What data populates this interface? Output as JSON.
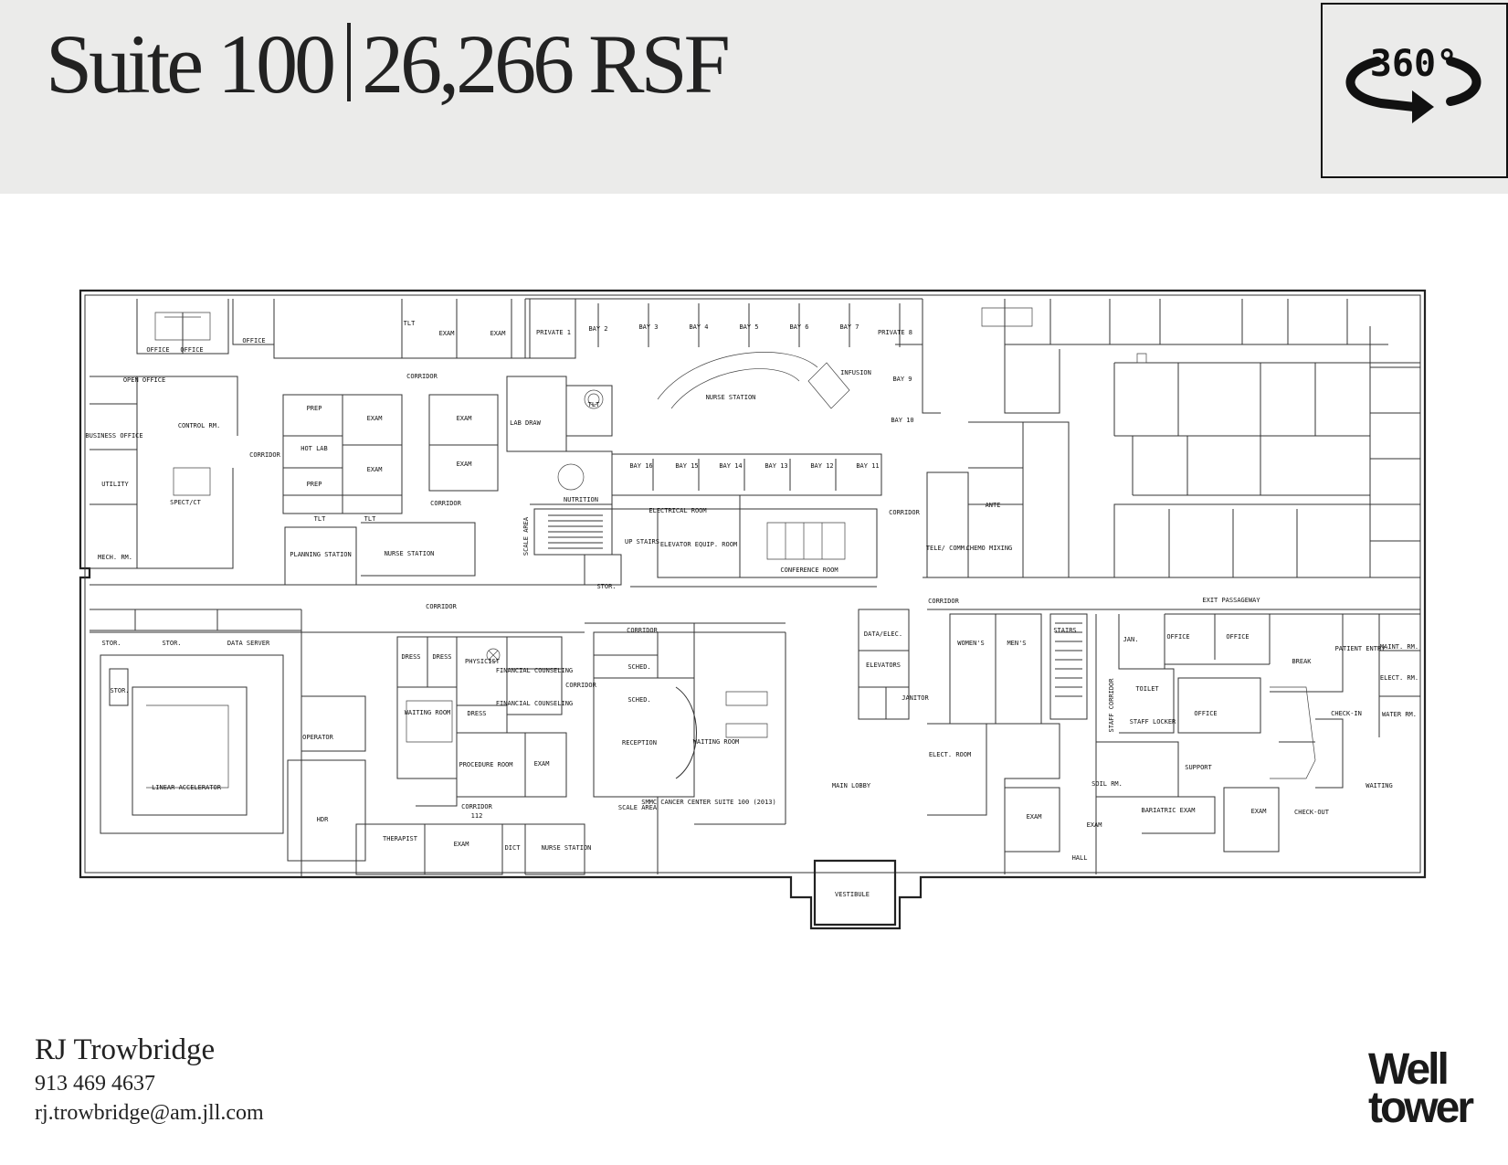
{
  "header": {
    "suite": "Suite 100",
    "area": "26,266 RSF",
    "tour_label": "360°",
    "bg_color": "#ebebea"
  },
  "contact": {
    "name": "RJ Trowbridge",
    "phone": "913 469 4637",
    "email": "rj.trowbridge@am.jll.com"
  },
  "brand": {
    "line1": "Well",
    "line2": "tower"
  },
  "floorplan": {
    "rooms": {
      "open_office": "OPEN OFFICE",
      "office_a": "OFFICE",
      "office_b": "OFFICE",
      "office_c": "OFFICE",
      "business_office": "BUSINESS OFFICE",
      "control_rm": "CONTROL RM.",
      "utility": "UTILITY",
      "spect_ct": "SPECT/CT",
      "mech_rm": "MECH. RM.",
      "corridor_1": "CORRIDOR",
      "corridor_2": "CORRIDOR",
      "corridor_3": "CORRIDOR",
      "corridor_4": "CORRIDOR",
      "corridor_5": "CORRIDOR",
      "corridor_6": "CORRIDOR",
      "corridor_7": "CORRIDOR",
      "corridor_8": "CORRIDOR",
      "corridor_9": "CORRIDOR",
      "corridor_num": "112",
      "prep_1": "PREP",
      "hot_lab": "HOT LAB",
      "prep_2": "PREP",
      "exam_1": "EXAM",
      "exam_2": "EXAM",
      "exam_3": "EXAM",
      "exam_4": "EXAM",
      "exam_5": "EXAM",
      "exam_6": "EXAM",
      "tlt_1": "TLT",
      "tlt_2": "TLT",
      "tlt_3": "TLT",
      "tlt_4": "TLT",
      "planning_station": "PLANNING STATION",
      "nurse_station_1": "NURSE STATION",
      "lab_draw": "LAB DRAW",
      "nutrition": "NUTRITION",
      "private_1": "PRIVATE 1",
      "bay_2": "BAY 2",
      "bay_3": "BAY 3",
      "bay_4": "BAY 4",
      "bay_5": "BAY 5",
      "bay_6": "BAY 6",
      "bay_7": "BAY 7",
      "private_8": "PRIVATE 8",
      "bay_9": "BAY 9",
      "bay_10": "BAY 10",
      "bay_11": "BAY 11",
      "bay_12": "BAY 12",
      "bay_13": "BAY 13",
      "bay_14": "BAY 14",
      "bay_15": "BAY 15",
      "bay_16": "BAY 16",
      "infusion": "INFUSION",
      "nurse_station_2": "NURSE STATION",
      "electrical_room": "ELECTRICAL ROOM",
      "scale_area_1": "SCALE AREA",
      "up_stairs": "UP STAIRS",
      "elevator_equip": "ELEVATOR EQUIP. ROOM",
      "conference_room": "CONFERENCE ROOM",
      "stor_1": "STOR.",
      "stor_2": "STOR.",
      "stor_3": "STOR.",
      "stor_4": "STOR.",
      "data_server": "DATA SERVER",
      "linear_accelerator": "LINEAR ACCELERATOR",
      "operator": "OPERATOR",
      "hdr": "HDR",
      "dress_1": "DRESS",
      "dress_2": "DRESS",
      "dress_3": "DRESS",
      "physicist": "PHYSICIST",
      "financial_counseling_1": "FINANCIAL COUNSELING",
      "financial_counseling_2": "FINANCIAL COUNSELING",
      "waiting_room_1": "WAITING ROOM",
      "procedure_room": "PROCEDURE ROOM",
      "exam_7": "EXAM",
      "therapist": "THERAPIST",
      "exam_8": "EXAM",
      "dict": "DICT",
      "nurse_station_3": "NURSE STATION",
      "sched_1": "SCHED.",
      "sched_2": "SCHED.",
      "reception": "RECEPTION",
      "scale_area_2": "SCALE AREA",
      "waiting_room_2": "WAITING ROOM",
      "cancer_center": "SMMC CANCER CENTER SUITE 100 (2013)",
      "main_lobby": "MAIN LOBBY",
      "vestibule": "VESTIBULE",
      "data_elec": "DATA/ELEC.",
      "elevators": "ELEVATORS",
      "janitor": "JANITOR",
      "womens": "WOMEN'S",
      "mens": "MEN'S",
      "stairs": "STAIRS",
      "elec_room": "ELECT. ROOM",
      "tele_comm": "TELE/ COMM.",
      "ante": "ANTE",
      "chemo_mixing": "CHEMO MIXING",
      "exit_passageway": "EXIT PASSAGEWAY",
      "jan": "JAN.",
      "office_d": "OFFICE",
      "office_e": "OFFICE",
      "office_f": "OFFICE",
      "staff_corridor": "STAFF CORRIDOR",
      "toilet": "TOILET",
      "staff_locker": "STAFF LOCKER",
      "break": "BREAK",
      "patient_entry": "PATIENT ENTRY",
      "maint_rm": "MAINT. RM.",
      "elect_rm": "ELECT. RM.",
      "water_rm": "WATER RM.",
      "check_in": "CHECK-IN",
      "support": "SUPPORT",
      "soil_rm": "SOIL RM.",
      "bariatric_exam": "BARIATRIC EXAM",
      "exam_9": "EXAM",
      "exam_10": "EXAM",
      "exam_11": "EXAM",
      "check_out": "CHECK-OUT",
      "waiting": "WAITING",
      "hall": "HALL"
    }
  }
}
